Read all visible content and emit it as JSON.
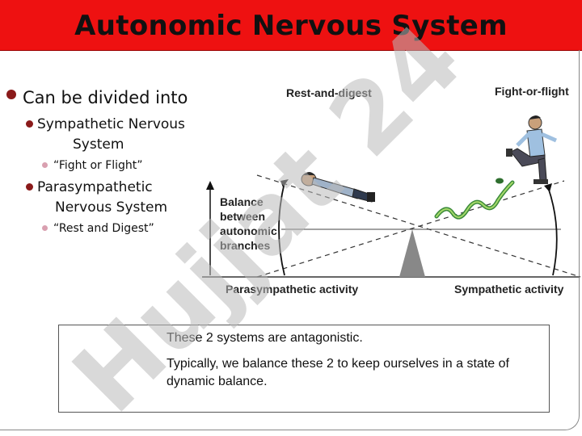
{
  "title": "Autonomic Nervous System",
  "watermark": "Hujjat 24",
  "bullets": {
    "l1": "Can be divided into",
    "l2a": "Sympathetic Nervous",
    "l2b": "System",
    "l3": "“Fight or Flight”",
    "l4a": "Parasympathetic",
    "l4b": "Nervous System",
    "l5": "“Rest and Digest”"
  },
  "diagram": {
    "rest_label": "Rest-and-digest",
    "fight_label": "Fight-or-flight",
    "balance_label": "Balance between autonomic branches",
    "para_label": "Parasympathetic activity",
    "symp_label": "Sympathetic activity"
  },
  "textbox": {
    "line1": "These 2 systems are antagonistic.",
    "line2": "Typically, we balance these 2 to keep ourselves in a state of dynamic balance."
  },
  "colors": {
    "title_bg": "#ee1111",
    "bullet_main": "#8a1a1a",
    "bullet_sub": "#d9a0b0",
    "watermark": "#b9b9b9",
    "watermark_accent": "#c8b8f0"
  }
}
